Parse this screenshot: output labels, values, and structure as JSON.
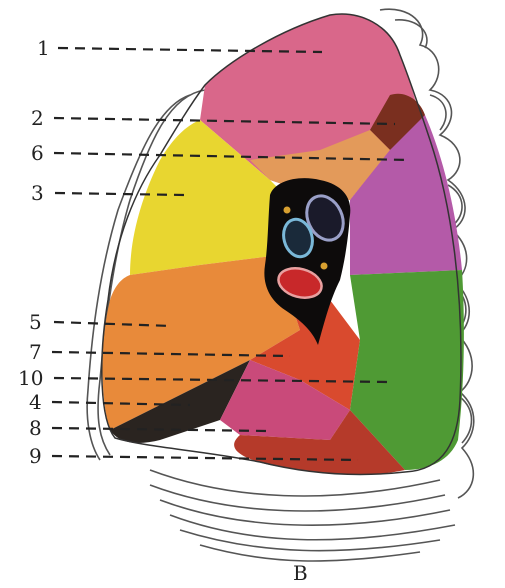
{
  "figure": {
    "caption": "В",
    "labels": [
      "1",
      "2",
      "6",
      "3",
      "5",
      "7",
      "10",
      "4",
      "8",
      "9"
    ]
  },
  "colors": {
    "seg1": "#d9678a",
    "seg2": "#7a2f1f",
    "seg3": "#e8d630",
    "seg4": "#2a2420",
    "seg5": "#e88a3a",
    "seg6": "#e39a5a",
    "seg7": "#d94a2e",
    "seg8": "#c94a7a",
    "seg9": "#b53a2a",
    "seg10": "#4f9a34",
    "seg_purple": "#b45aa8",
    "hilum": "#0d0b0b"
  }
}
